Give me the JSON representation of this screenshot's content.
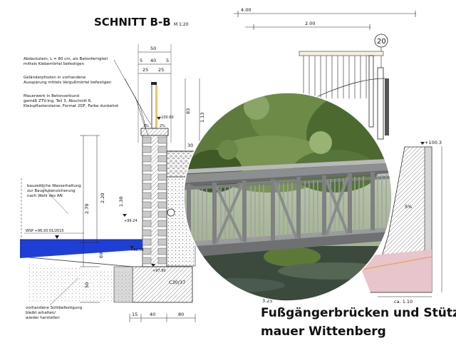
{
  "drawing": {
    "title": "SCHNITT B-B",
    "scale": "M 1:20",
    "notes": [
      "Abdeckstein, L = 80 cm, als Betonfertigteil",
      "mittels Klebemörtel befestigen",
      "Geländerpfosten in vorhandene",
      "Aussparung mittels Vergußmörtel befestigen",
      "Mauerwerk in Betonverbund",
      "gemäß ZTV-Ing, Teil 3, Abschnitt 6,",
      "Kleinpflastersteine, Format 2DF, Farbe dunkelrot"
    ],
    "water_notes": [
      "bauzeitliche Wasserhaltung",
      "zur Baugrubensicherung",
      "nach Wahl des AN"
    ],
    "bottom_notes": [
      "vorhandene Sohlbefestigung",
      "bleibt erhalten/",
      "wieder herstellen"
    ],
    "wsp": "WSP +96,93 01/2015",
    "dims_top": [
      "50",
      "5",
      "40",
      "5",
      "25",
      "25"
    ],
    "dims_right_top": [
      "4.00",
      "2.00"
    ],
    "circle_label": "20",
    "levels": [
      "+100.60",
      "+99.24",
      "+98.58",
      "+97.90",
      "+100.3"
    ],
    "vertical_dims": [
      "83",
      "1.13",
      "2.70",
      "2.20",
      "69",
      "50",
      "30",
      "1.30"
    ],
    "bottom_dims": [
      "15",
      "40",
      "80"
    ],
    "concrete": "C30/37",
    "slope": "5%",
    "misc": [
      "2%",
      "2%",
      "3.25",
      "ca. 1.10"
    ]
  },
  "caption": {
    "line1": "Fußgängerbrücken und Stütz-",
    "line2": "mauer Wittenberg"
  },
  "colors": {
    "water": "#1e3fd6",
    "pink": "#e8c4cc",
    "post_orange": "#f2c26b",
    "brick": "#c9c9c9"
  }
}
